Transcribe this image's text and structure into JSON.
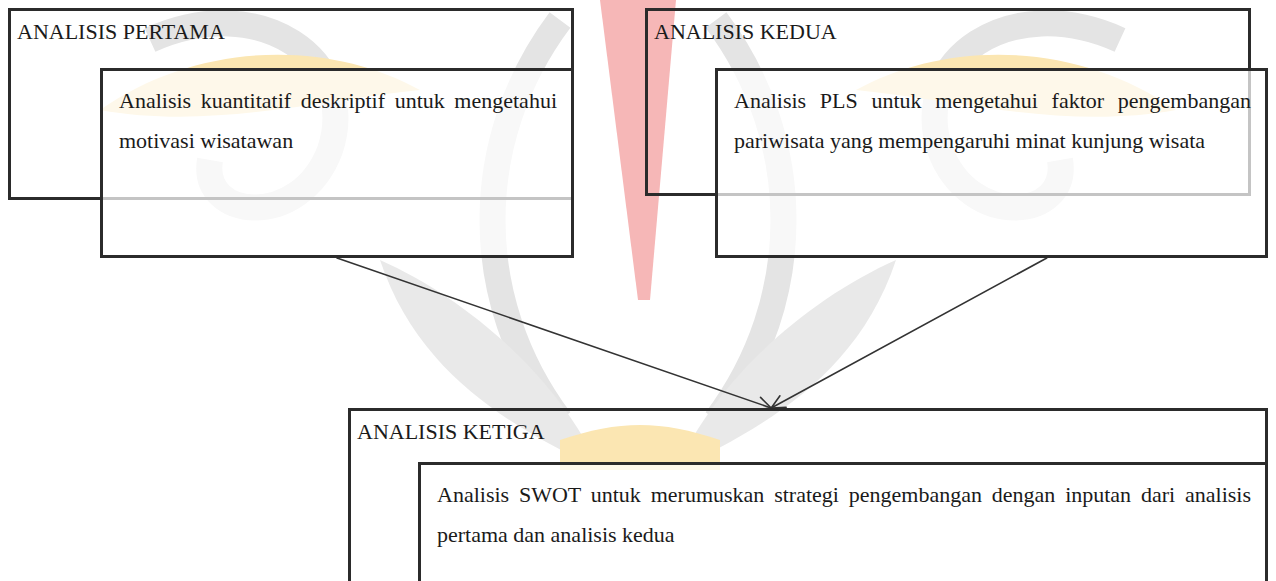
{
  "diagram": {
    "nodes": [
      {
        "text": [
          "ANALISIS PERTAMA"
        ]
      },
      {
        "text": [
          "Analisis kuantitatif deskriptif untuk mengetahui motivasi wisatawan"
        ],
        "in": 0
      },
      {
        "text": [
          "ANALISIS KEDUA"
        ]
      },
      {
        "text": [
          "Analisis PLS untuk mengetahui faktor pengembangan pariwisata yang mempengaruhi minat kunjung wisata"
        ],
        "in": 2
      },
      {
        "text": [
          "ANALISIS KETIGA"
        ]
      },
      {
        "text": [
          "Analisis SWOT untuk merumuskan strategi pengembangan dengan inputan dari analisis pertama dan analisis kedua"
        ],
        "in": 4
      }
    ],
    "edges": [
      {
        "from": 1,
        "to": 4,
        "arrow": "to"
      },
      {
        "from": 3,
        "to": 4,
        "arrow": "to"
      }
    ]
  }
}
